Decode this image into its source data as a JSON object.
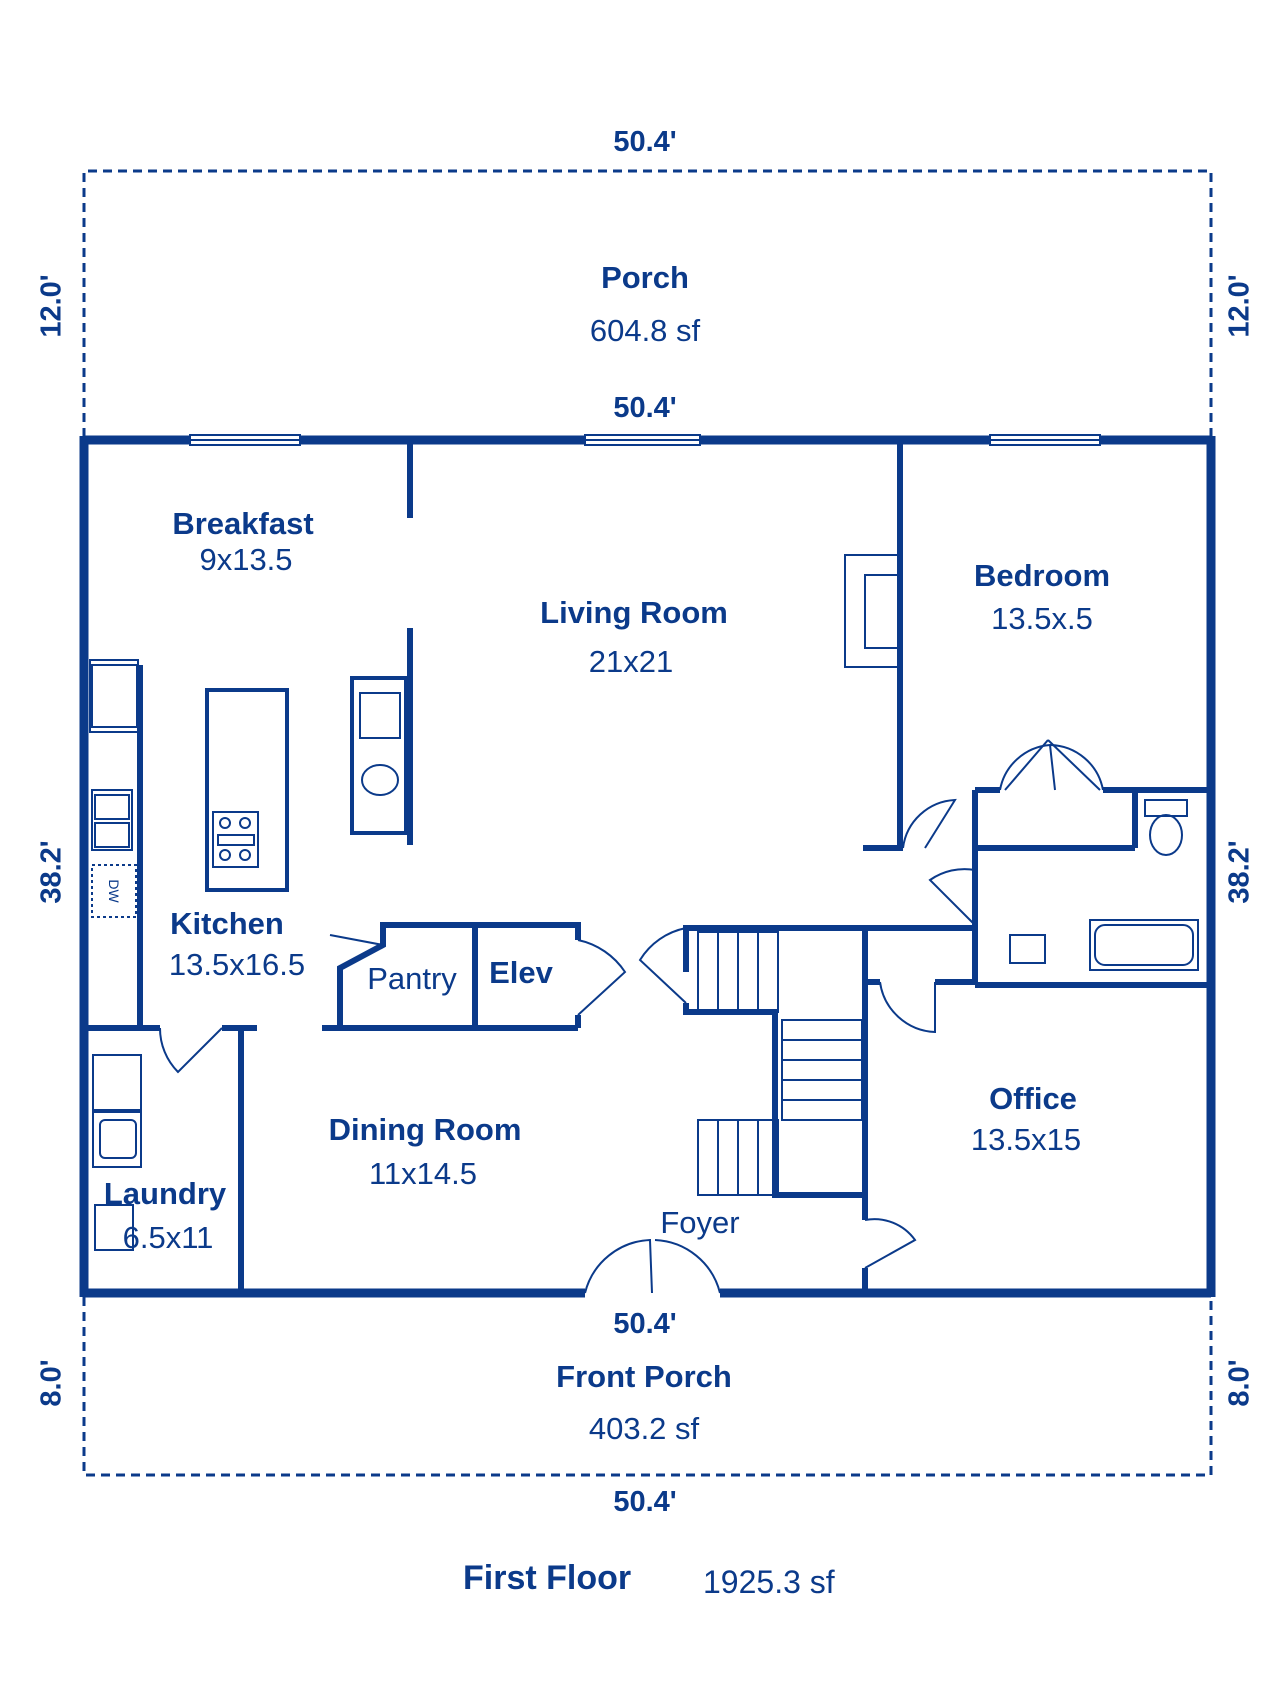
{
  "colors": {
    "ink": "#0b3a8a",
    "fixture": "#0b3a8a",
    "background": "#ffffff"
  },
  "dimensions": {
    "top_width": "50.4'",
    "house_top_width": "50.4'",
    "house_bottom_width": "50.4'",
    "bottom_width": "50.4'",
    "porch_depth_left": "12.0'",
    "porch_depth_right": "12.0'",
    "house_depth_left": "38.2'",
    "house_depth_right": "38.2'",
    "front_porch_depth_left": "8.0'",
    "front_porch_depth_right": "8.0'"
  },
  "rooms": {
    "porch": {
      "name": "Porch",
      "size": "604.8 sf"
    },
    "breakfast": {
      "name": "Breakfast",
      "size": "9x13.5"
    },
    "living": {
      "name": "Living Room",
      "size": "21x21"
    },
    "bedroom": {
      "name": "Bedroom",
      "size": "13.5x.5"
    },
    "kitchen": {
      "name": "Kitchen",
      "size": "13.5x16.5"
    },
    "pantry": {
      "name": "Pantry"
    },
    "elev": {
      "name": "Elev"
    },
    "dining": {
      "name": "Dining Room",
      "size": "11x14.5"
    },
    "office": {
      "name": "Office",
      "size": "13.5x15"
    },
    "laundry": {
      "name": "Laundry",
      "size": "6.5x11"
    },
    "foyer": {
      "name": "Foyer"
    },
    "front_porch": {
      "name": "Front Porch",
      "size": "403.2 sf"
    }
  },
  "fixtures": {
    "dishwasher": "DW"
  },
  "footer": {
    "title": "First Floor",
    "area": "1925.3 sf"
  }
}
